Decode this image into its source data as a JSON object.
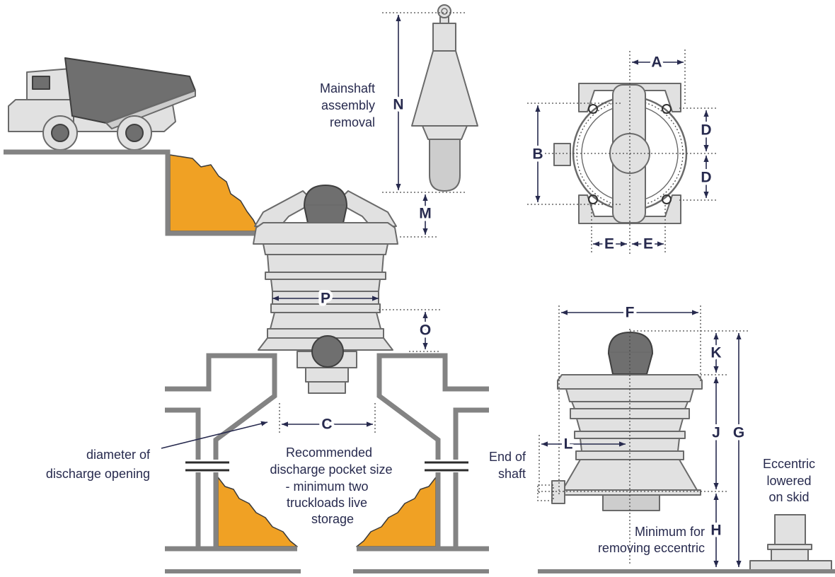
{
  "colors": {
    "ore": "#F0A124",
    "steel_light": "#E1E1E1",
    "steel_mid": "#CDCDCD",
    "steel_dark": "#6F6F6F",
    "outline": "#838383",
    "text": "#272A4E"
  },
  "dimensions": {
    "a": "A",
    "b": "B",
    "c": "C",
    "d_upper": "D",
    "d_lower": "D",
    "e_left": "E",
    "e_right": "E",
    "f": "F",
    "g": "G",
    "h": "H",
    "j": "J",
    "k": "K",
    "l": "L",
    "m": "M",
    "n": "N",
    "o": "O",
    "p": "P"
  },
  "notes": {
    "mainshaft_removal": [
      "Mainshaft",
      "assembly",
      "removal"
    ],
    "discharge_opening": [
      "diameter of",
      "discharge opening"
    ],
    "discharge_pocket": [
      "Recommended",
      "discharge pocket size",
      "- minimum two",
      "truckloads live",
      "storage"
    ],
    "end_of_shaft": [
      "End of",
      "shaft"
    ],
    "eccentric_on_skid": [
      "Eccentric",
      "lowered",
      "on skid"
    ],
    "eccentric_removal_minimum": [
      "Minimum for",
      "removing eccentric"
    ]
  }
}
